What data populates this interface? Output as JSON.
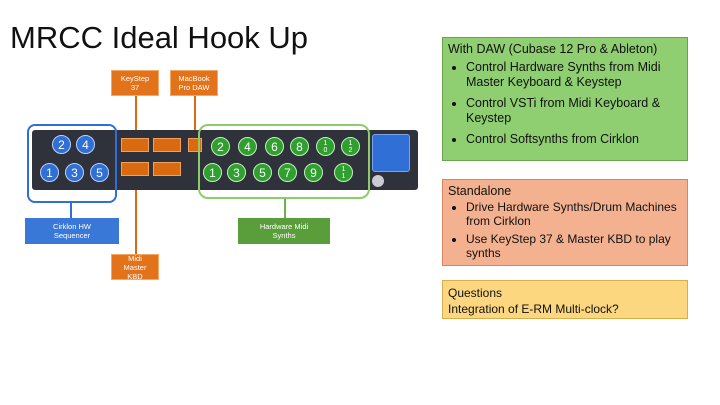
{
  "title": "MRCC Ideal Hook Up",
  "labels": {
    "keystep": "KeyStep 37",
    "macbook": "MacBook Pro DAW",
    "cirklon": "Cirklon HW Sequencer",
    "midi_master": "Midi Master KBD",
    "hardware_synths": "Hardware Midi Synths"
  },
  "ports": {
    "blue_top": [
      "2",
      "4"
    ],
    "blue_bottom": [
      "1",
      "3",
      "5"
    ],
    "green_top": [
      "2",
      "4",
      "6",
      "8",
      "10",
      "12"
    ],
    "green_bottom": [
      "1",
      "3",
      "5",
      "7",
      "9",
      "11"
    ]
  },
  "panels": {
    "daw": {
      "heading": "With DAW (Cubase 12 Pro & Ableton)",
      "items": [
        "Control Hardware Synths from Midi Master Keyboard & Keystep",
        "Control VSTi from Midi Keyboard & Keystep",
        "Control Softsynths from Cirklon"
      ]
    },
    "standalone": {
      "heading": "Standalone",
      "items": [
        "Drive Hardware Synths/Drum Machines from Cirklon",
        "Use KeyStep 37 & Master KBD to play synths"
      ]
    },
    "questions": {
      "heading": "Questions",
      "body": "Integration of E-RM Multi-clock?"
    }
  },
  "colors": {
    "device": "#2f323a",
    "blue": "#2f6fd6",
    "green": "#2fa02f",
    "orange": "#d96a10",
    "panel_green": "#8fcf72",
    "panel_salmon": "#f4b18f",
    "panel_yellow": "#fcd77f"
  }
}
